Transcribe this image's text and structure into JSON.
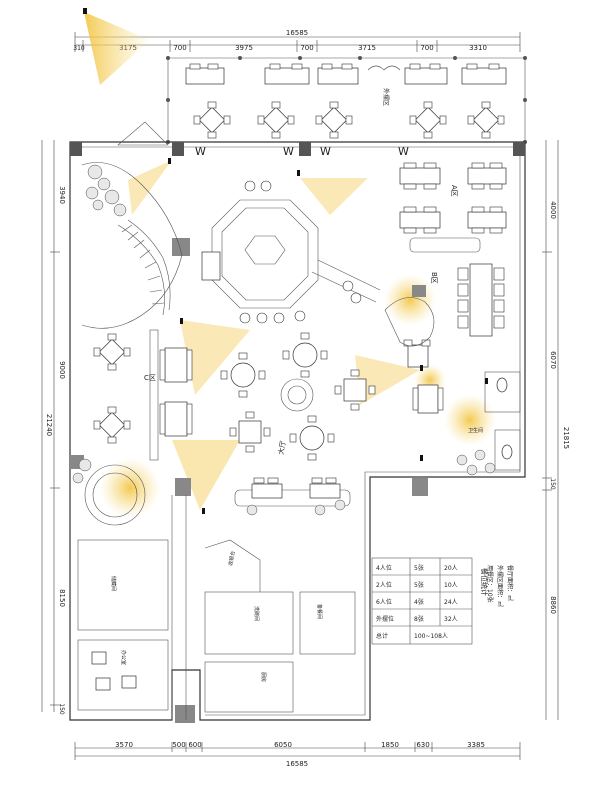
{
  "dimensions": {
    "top_total": "16585",
    "top_segments": [
      "310",
      "3175",
      "700",
      "3975",
      "700",
      "3715",
      "700",
      "3310"
    ],
    "bottom_total": "16585",
    "bottom_segments": [
      "3570",
      "500",
      "600",
      "6050",
      "1850",
      "630",
      "3385"
    ],
    "left": [
      "3940",
      "9000",
      "21240",
      "8150",
      "150"
    ],
    "right": [
      "4000",
      "6070",
      "21815",
      "150",
      "8860"
    ]
  },
  "rooms": {
    "outdoor_terrace": "外摆区",
    "zone_a_right": "A区",
    "zone_b": "B区",
    "zone_c": "C区",
    "hall": "大厅",
    "storage": "储藏间",
    "office": "办公室",
    "kitchen": "厨房",
    "washing": "洗碗间",
    "prep": "备餐间",
    "toilet": "卫生间",
    "cashier": "收银台"
  },
  "notes": {
    "line1": "餐厅面积：㎡",
    "line2": "外摆区面积：㎡",
    "line3": "用餐区：10张"
  },
  "seat_stats": {
    "title": "餐位统计",
    "rows": [
      [
        "4人位",
        "5张",
        "20人"
      ],
      [
        "2人位",
        "5张",
        "10人"
      ],
      [
        "6人位",
        "4张",
        "24人"
      ],
      [
        "外摆位",
        "8张",
        "32人"
      ]
    ],
    "total_label": "总计",
    "total_value": "100~108人"
  },
  "colors": {
    "light_cone": "#f3c94a",
    "wall": "#333333"
  }
}
